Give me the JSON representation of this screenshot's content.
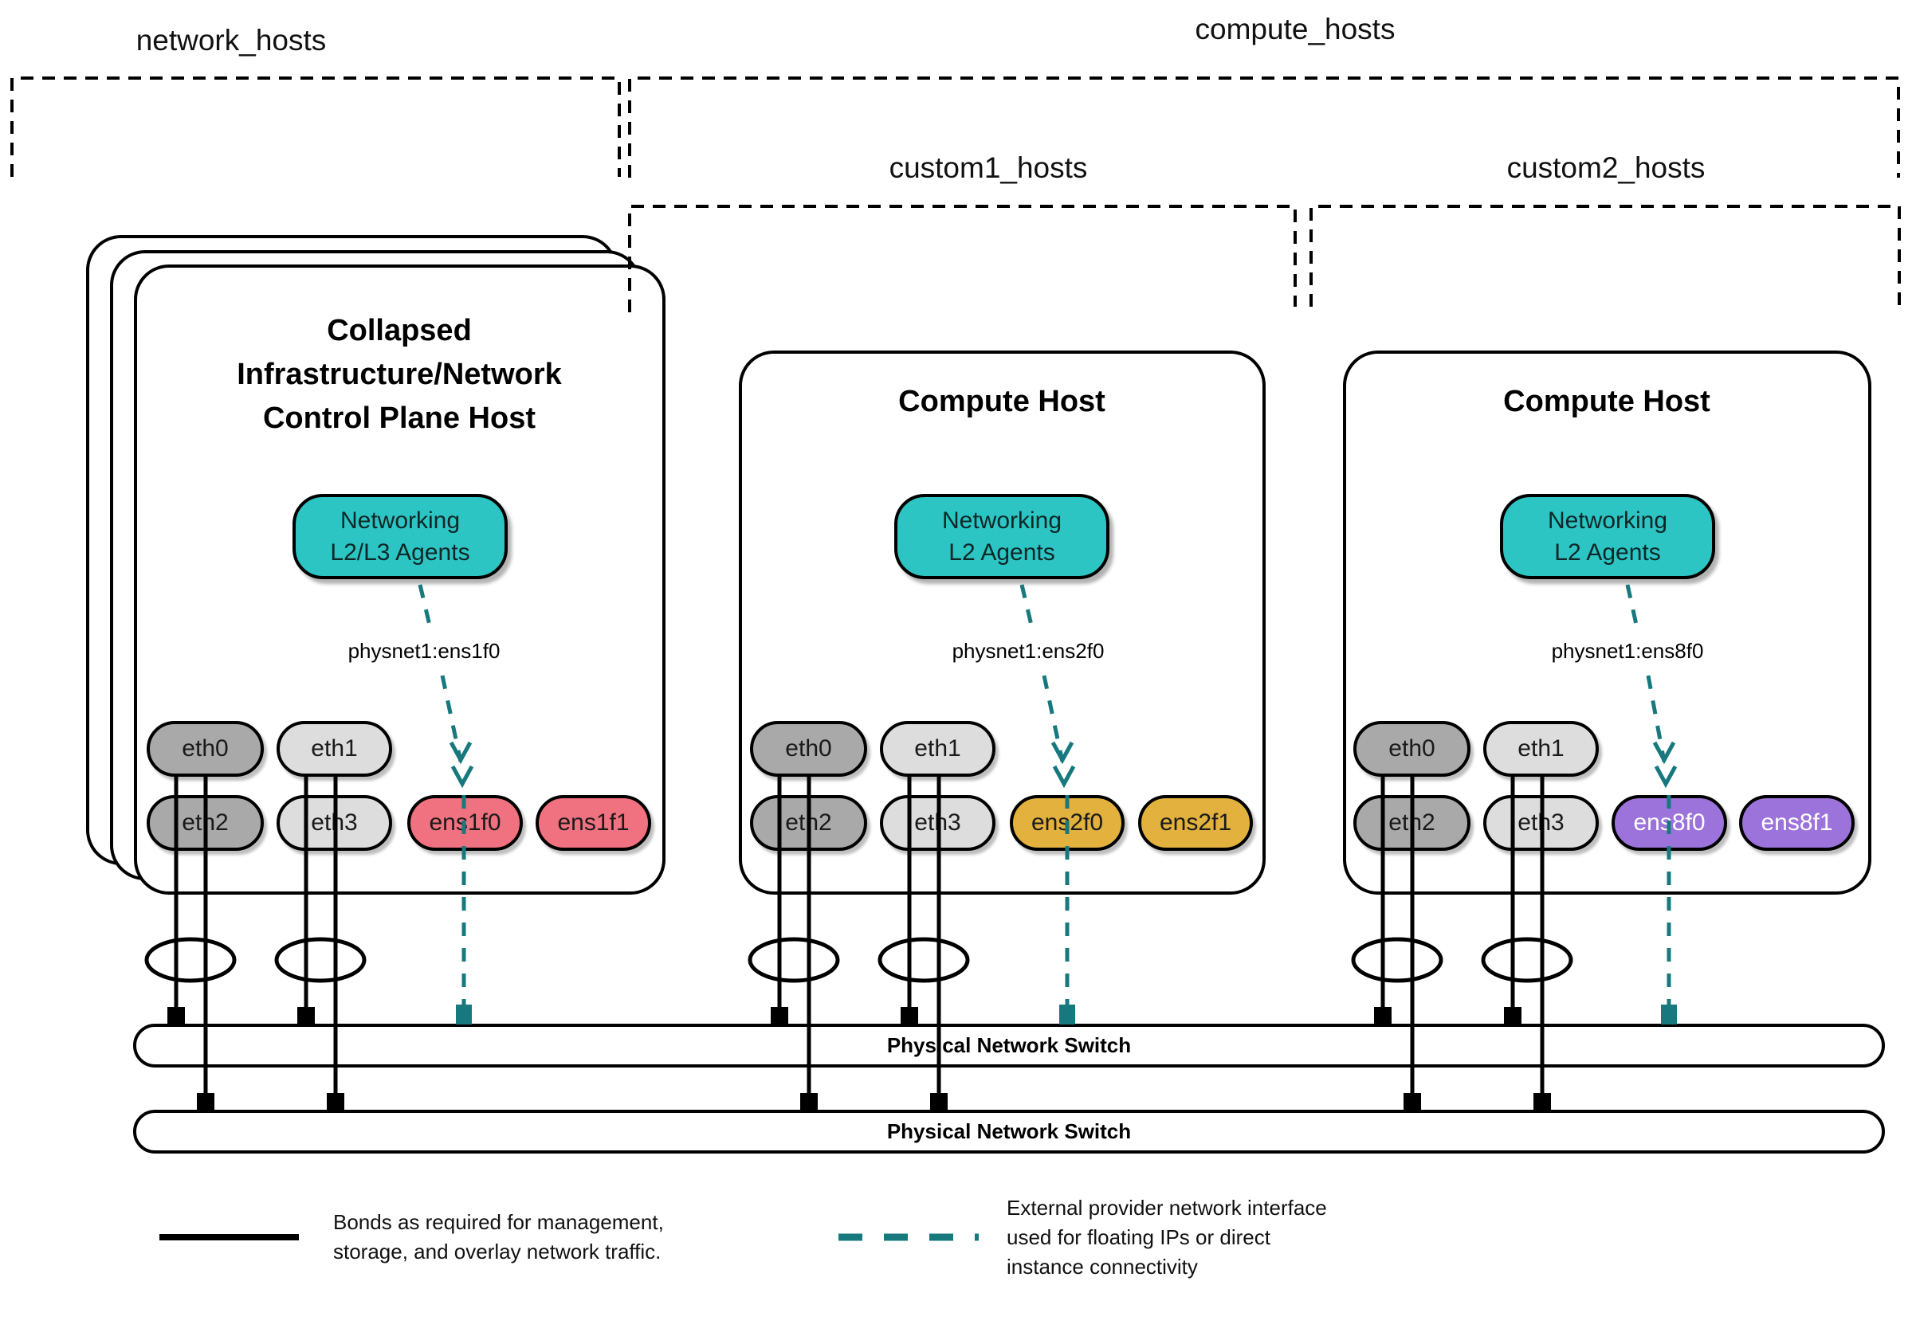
{
  "groups": {
    "network_hosts": {
      "label": "network_hosts"
    },
    "compute_hosts": {
      "label": "compute_hosts"
    },
    "custom1_hosts": {
      "label": "custom1_hosts"
    },
    "custom2_hosts": {
      "label": "custom2_hosts"
    }
  },
  "hosts": [
    {
      "title": "Collapsed\nInfrastructure/Network\nControl Plane Host",
      "agent": "Networking\nL2/L3 Agents",
      "physnet": "physnet1:ens1f0",
      "interfaces": {
        "eth0": "eth0",
        "eth1": "eth1",
        "eth2": "eth2",
        "eth3": "eth3",
        "ens_a": "ens1f0",
        "ens_b": "ens1f1"
      }
    },
    {
      "title": "Compute Host",
      "agent": "Networking\nL2 Agents",
      "physnet": "physnet1:ens2f0",
      "interfaces": {
        "eth0": "eth0",
        "eth1": "eth1",
        "eth2": "eth2",
        "eth3": "eth3",
        "ens_a": "ens2f0",
        "ens_b": "ens2f1"
      }
    },
    {
      "title": "Compute Host",
      "agent": "Networking\nL2 Agents",
      "physnet": "physnet1:ens8f0",
      "interfaces": {
        "eth0": "eth0",
        "eth1": "eth1",
        "eth2": "eth2",
        "eth3": "eth3",
        "ens_a": "ens8f0",
        "ens_b": "ens8f1"
      }
    }
  ],
  "switches": [
    {
      "label": "Physical Network Switch"
    },
    {
      "label": "Physical Network Switch"
    }
  ],
  "legend": {
    "bonds": {
      "text": "Bonds as required for management,\nstorage, and overlay network traffic."
    },
    "external": {
      "text": "External provider network interface\nused for floating IPs or direct\ninstance connectivity"
    }
  },
  "colors": {
    "agent_teal": "#2DC5C4",
    "provider_teal_dark": "#17797E",
    "nic_gray_dark": "#A9A9A9",
    "nic_gray_light": "#DDDDDD",
    "nic_pink": "#F0717F",
    "nic_gold": "#E2B13E",
    "nic_purple": "#9C73DB"
  }
}
